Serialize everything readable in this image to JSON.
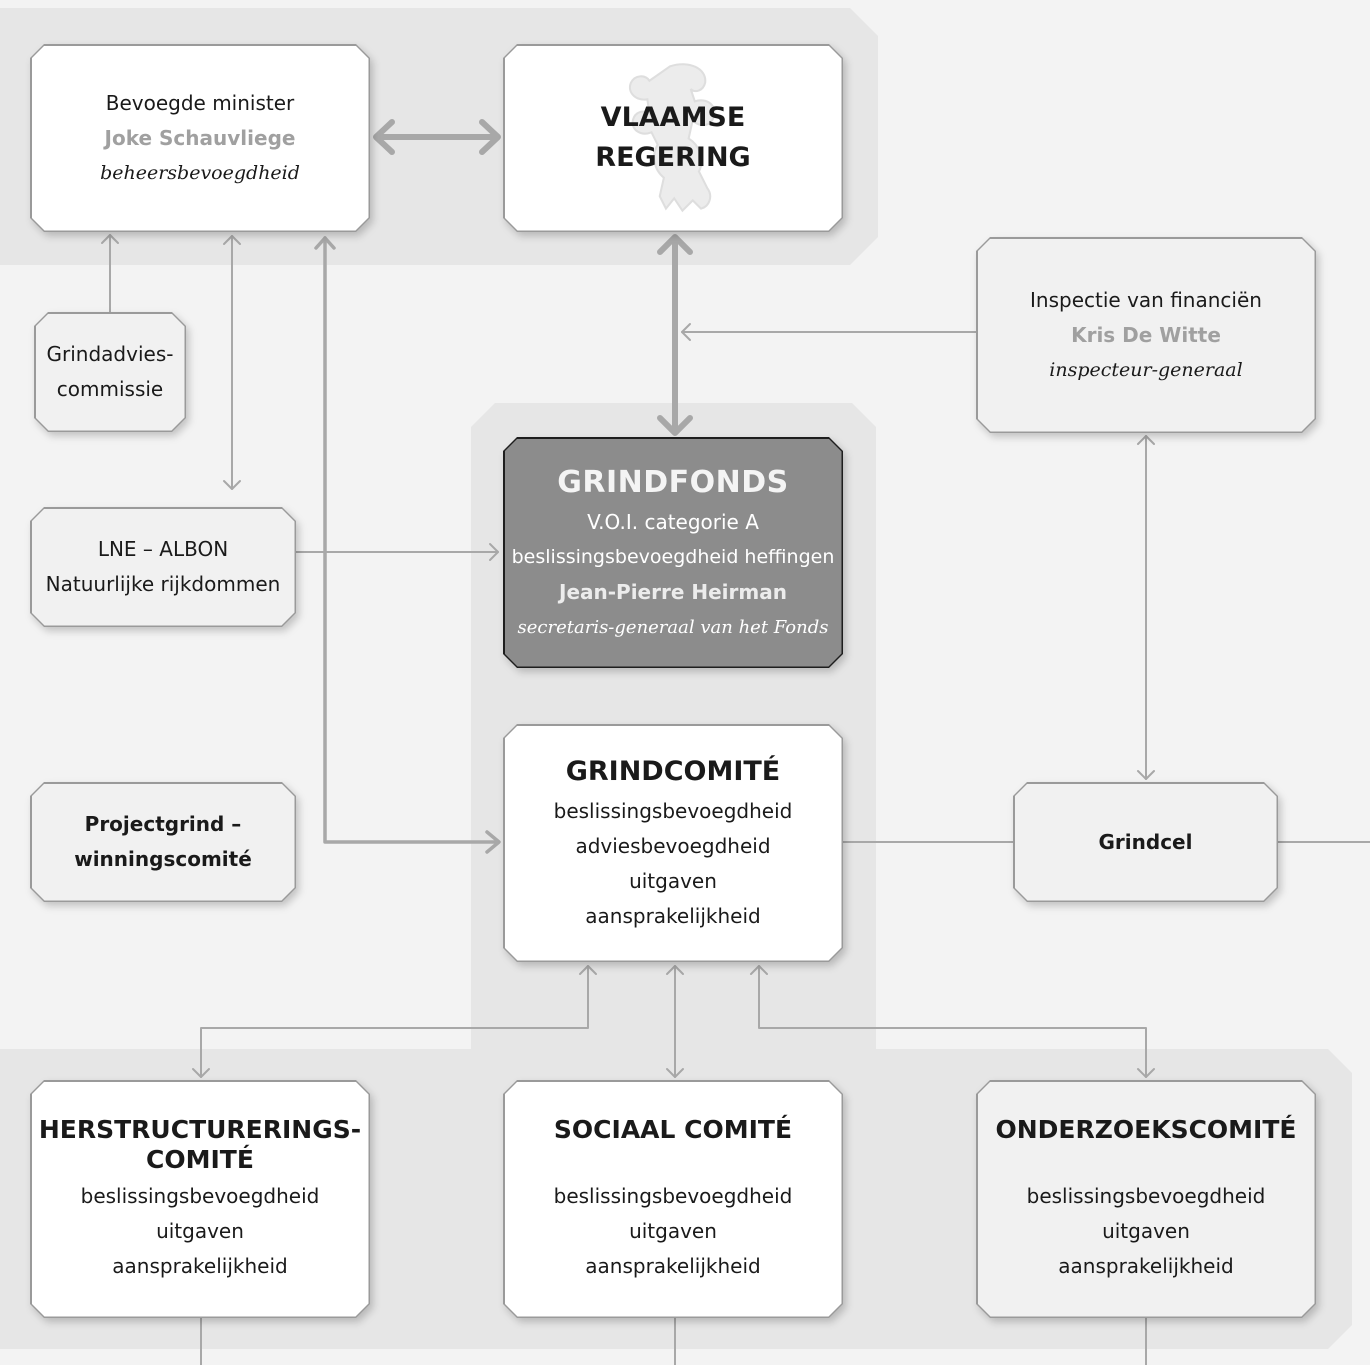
{
  "minister": {
    "title": "Bevoegde minister",
    "name": "Joke Schauvliege",
    "role": "beheersbevoegdheid"
  },
  "regering": {
    "line1": "VLAAMSE",
    "line2": "REGERING",
    "logo_icon": "flemish-lion-icon"
  },
  "inspectie": {
    "title": "Inspectie van financiën",
    "name": "Kris De Witte",
    "role": "inspecteur-generaal"
  },
  "grindadvies": {
    "line1": "Grindadvies-",
    "line2": "commissie"
  },
  "lne": {
    "line1": "LNE – ALBON",
    "line2": "Natuurlijke rijkdommen"
  },
  "grindfonds": {
    "title": "GRINDFONDS",
    "line1": "V.O.I. categorie A",
    "line2": "beslissingsbevoegdheid heffingen",
    "name": "Jean-Pierre Heirman",
    "role": "secretaris-generaal van het Fonds"
  },
  "projectgrind": {
    "line1": "Projectgrind –",
    "line2": "winningscomité"
  },
  "grindcomite": {
    "title": "GRINDCOMITÉ",
    "items": [
      "beslissingsbevoegdheid",
      "adviesbevoegdheid",
      "uitgaven",
      "aansprakelijkheid"
    ]
  },
  "grindcel": {
    "label": "Grindcel"
  },
  "herstructurering": {
    "title1": "HERSTRUCTURERINGS-",
    "title2": "COMITÉ",
    "items": [
      "beslissingsbevoegdheid",
      "uitgaven",
      "aansprakelijkheid"
    ]
  },
  "sociaal": {
    "title": "SOCIAAL COMITÉ",
    "items": [
      "beslissingsbevoegdheid",
      "uitgaven",
      "aansprakelijkheid"
    ]
  },
  "onderzoek": {
    "title": "ONDERZOEKSCOMITÉ",
    "items": [
      "beslissingsbevoegdheid",
      "uitgaven",
      "aansprakelijkheid"
    ]
  },
  "colors": {
    "background": "#f3f3f3",
    "panel": "#e6e6e6",
    "box_light": "#ffffff",
    "box_grey": "#f1f1f1",
    "box_dark": "#8c8c8c",
    "connector": "#a8a8a8",
    "muted_text": "#a0a0a0"
  }
}
